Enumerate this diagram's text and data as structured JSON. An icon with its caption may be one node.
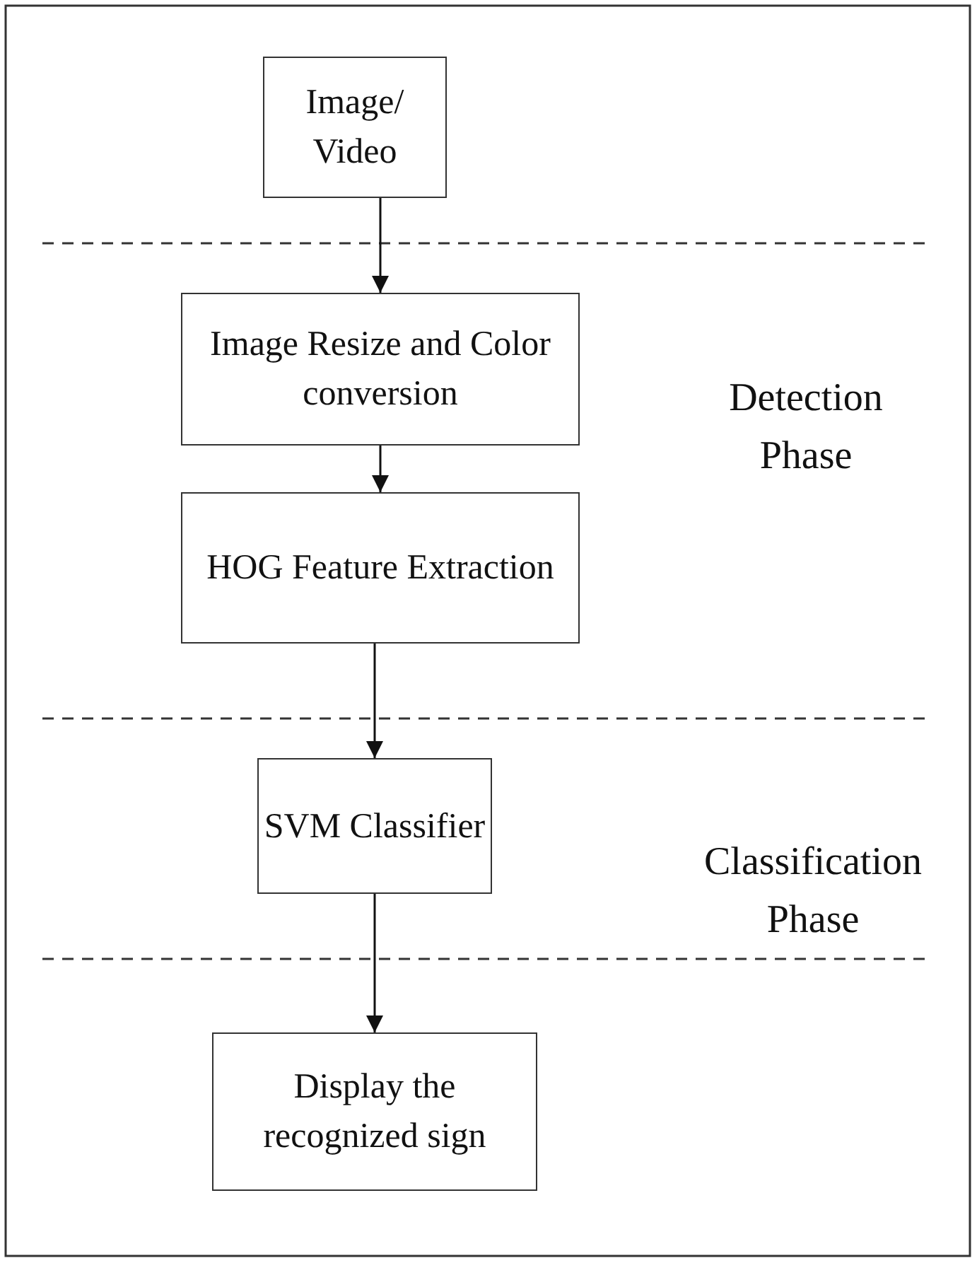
{
  "diagram": {
    "nodes": [
      {
        "text": [
          "Image/ Video"
        ]
      },
      {
        "text": [
          "Image Resize and Color conversion"
        ]
      },
      {
        "text": [
          "HOG Feature Extraction"
        ]
      },
      {
        "text": [
          "SVM Classifier"
        ]
      },
      {
        "text": [
          "Display the recognized sign"
        ]
      }
    ],
    "edges": [
      {
        "from": 0,
        "to": 1,
        "arrow": "to"
      },
      {
        "from": 1,
        "to": 2,
        "arrow": "to"
      },
      {
        "from": 2,
        "to": 3,
        "arrow": "to"
      },
      {
        "from": 3,
        "to": 4,
        "arrow": "to"
      }
    ],
    "labels": [
      "Detection Phase",
      "Classification Phase"
    ]
  }
}
